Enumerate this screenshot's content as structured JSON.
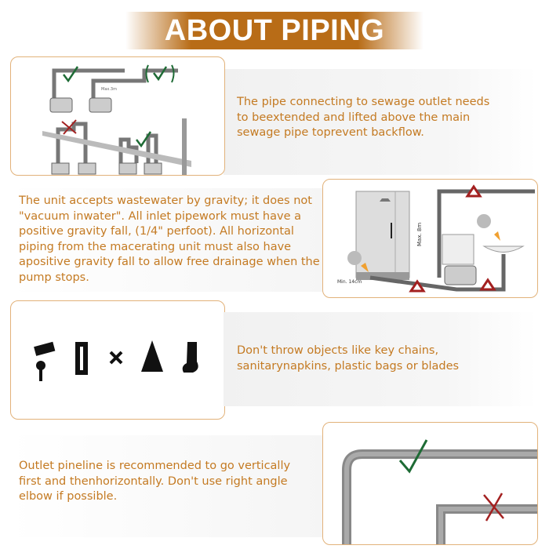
{
  "title": "ABOUT PIPING",
  "sections": [
    {
      "text": "The pipe connecting to sewage outlet needs to beextended and lifted above the main sewage pipe toprevent backflow.",
      "diagram_label": "Max.3m"
    },
    {
      "text": "The unit accepts wastewater by gravity; it does not \"vacuum inwater\". All inlet pipework must have a positive gravity fall, (1/4\" perfoot). All horizontal piping from the macerating unit must also have apositive gravity fall to allow free drainage when the pump stops.",
      "labels": {
        "max_height": "Max. 8m",
        "min_height": "Min. 14cm"
      }
    },
    {
      "text": "Don't throw objects like key chains, sanitarynapkins, plastic bags or blades",
      "icons": [
        "key-chain-icon",
        "razor-blade-icon",
        "cross-icon",
        "plastic-bag-icon",
        "sanitary-napkin-icon"
      ]
    },
    {
      "text": "Outlet pineline is recommended to go vertically first and thenhorizontally. Don't use right angle elbow if possible."
    }
  ],
  "colors": {
    "accent": "#b86c17",
    "text": "#c47a22",
    "check": "#1e6b35",
    "cross": "#a32020"
  }
}
